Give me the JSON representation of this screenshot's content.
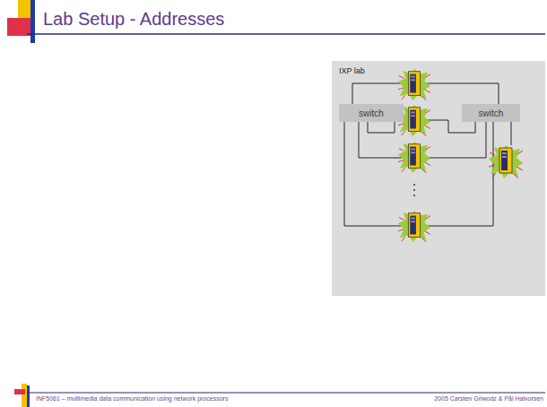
{
  "diagram": {
    "title": "Lab Setup - Addresses",
    "nodes": [
      {
        "text": [
          "IXP lab"
        ]
      },
      {
        "text": [
          "switch"
        ],
        "in": 0
      },
      {
        "text": [
          "switch"
        ],
        "in": 0
      }
    ],
    "labels": [
      "INF5061 – multimedia data communication using network processors",
      "2005 Carsten Griwodz & Pål Halvorsen"
    ]
  }
}
